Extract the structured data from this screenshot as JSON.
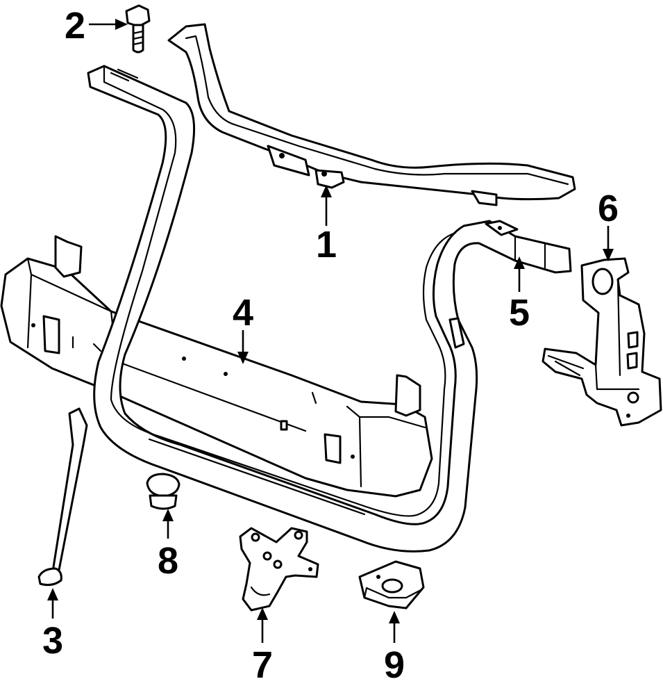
{
  "colors": {
    "line": "#000000",
    "fill": "#ffffff"
  },
  "callouts": [
    {
      "number": "1"
    },
    {
      "number": "2"
    },
    {
      "number": "3"
    },
    {
      "number": "4"
    },
    {
      "number": "5"
    },
    {
      "number": "6"
    },
    {
      "number": "7"
    },
    {
      "number": "8"
    },
    {
      "number": "9"
    }
  ]
}
